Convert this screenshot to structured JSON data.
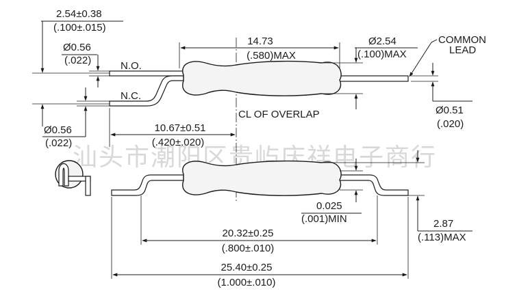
{
  "watermark": "汕头市潮阳区贵屿庆祥电子商行",
  "labels": {
    "no": "N.O.",
    "nc": "N.C.",
    "common_line1": "COMMON",
    "common_line2": "LEAD",
    "overlap": "CL OF OVERLAP"
  },
  "dimensions": {
    "pitch_mm": "2.54±0.38",
    "pitch_in": "(.100±.015)",
    "lead_dia_top_mm": "Ø0.56",
    "lead_dia_top_in": "(.022)",
    "lead_dia_bottom_mm": "Ø0.56",
    "lead_dia_bottom_in": "(.022)",
    "body_length_mm": "14.73",
    "body_length_in": "(.580)MAX",
    "body_dia_mm": "Ø2.54",
    "body_dia_in": "(.100)MAX",
    "common_dia_mm": "Ø0.51",
    "common_dia_in": "(.020)",
    "overlap_mm": "10.67±0.51",
    "overlap_in": "(.420±.020)",
    "gap_mm": "0.025",
    "gap_in": "(.001)MIN",
    "height_mm": "2.87",
    "height_in": "(.113)MAX",
    "bend_span_mm": "20.32±0.25",
    "bend_span_in": "(.800±.010)",
    "overall_mm": "25.40±0.25",
    "overall_in": "(1.000±.010)"
  }
}
